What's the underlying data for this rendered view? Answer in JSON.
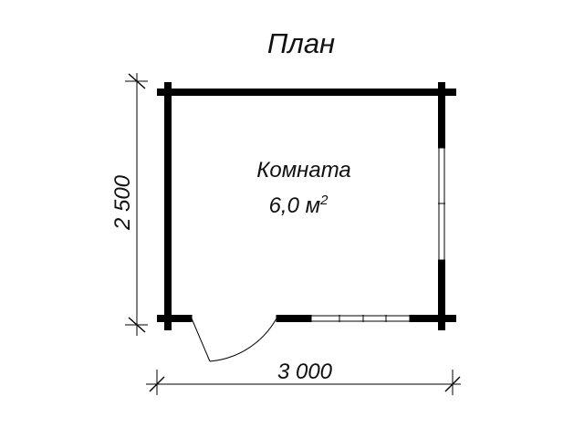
{
  "title": "План",
  "room": {
    "name": "Комната",
    "area": "6,0 м",
    "area_superscript": "2"
  },
  "dimensions": {
    "width": "3 000",
    "depth": "2 500"
  }
}
